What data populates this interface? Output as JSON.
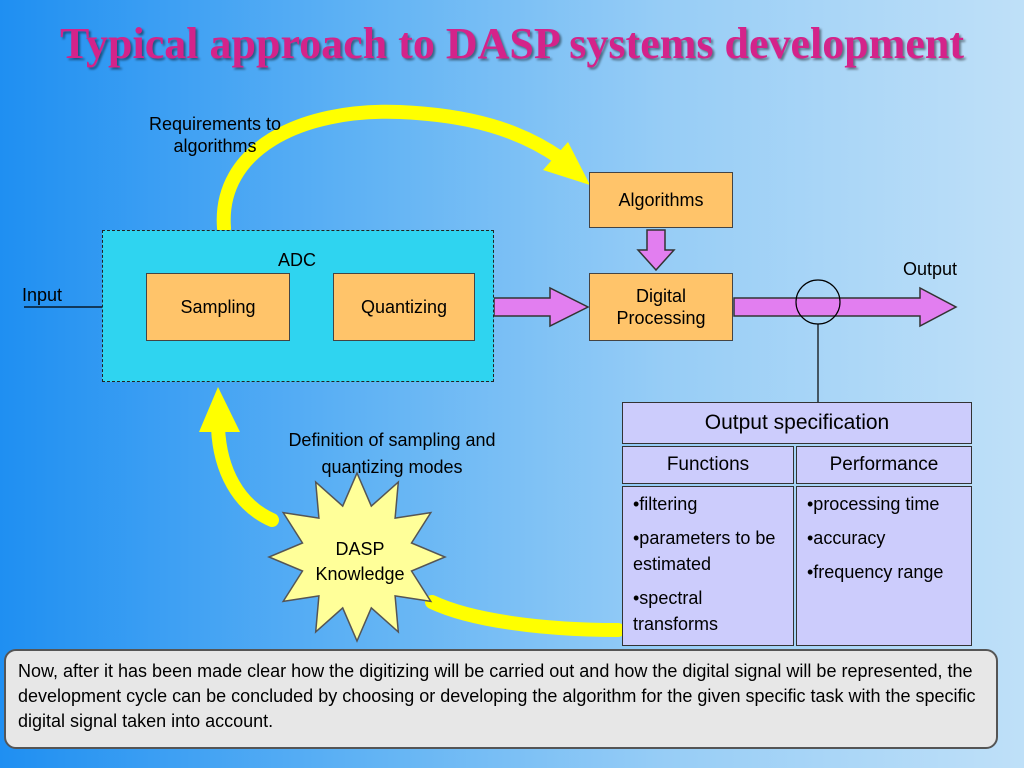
{
  "title": "Typical approach to DASP systems development",
  "labels": {
    "requirements": "Requirements to algorithms",
    "adc": "ADC",
    "input": "Input",
    "output": "Output",
    "definition": "Definition of sampling and quantizing modes"
  },
  "boxes": {
    "sampling": "Sampling",
    "quantizing": "Quantizing",
    "algorithms": "Algorithms",
    "digital_processing": "Digital Processing"
  },
  "star": {
    "text": "DASP Knowledge"
  },
  "output_spec": {
    "header": "Output specification",
    "columns": [
      {
        "title": "Functions",
        "items": [
          "•filtering",
          "•parameters to be estimated",
          "•spectral transforms"
        ]
      },
      {
        "title": "Performance",
        "items": [
          "•processing time",
          "•accuracy",
          "•frequency range"
        ]
      }
    ]
  },
  "note": "Now, after it has been made clear how the digitizing will be carried out and how the digital signal will be represented, the development cycle can be concluded by choosing or developing the algorithm for the given specific task with the specific digital signal taken into account.",
  "colors": {
    "title": "#d4238a",
    "box_fill": "#ffc46a",
    "adc_fill": "#2fd4f0",
    "arrow_fill": "#e27ef0",
    "curve_arrow": "#ffff00",
    "star_fill": "#ffff99",
    "spec_fill": "#ccccfc"
  }
}
